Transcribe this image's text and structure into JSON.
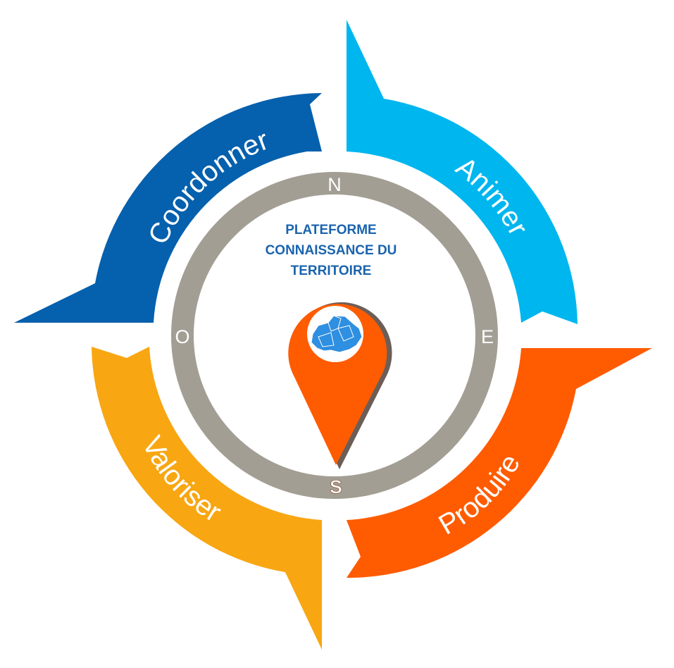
{
  "diagram": {
    "title_lines": [
      "PLATEFORME",
      "CONNAISSANCE DU",
      "TERRITOIRE"
    ],
    "directions": {
      "north": "N",
      "east": "E",
      "south": "S",
      "west": "O"
    },
    "arms": {
      "coordonner": {
        "label": "Coordonner",
        "color": "#0560ad"
      },
      "animer": {
        "label": "Animer",
        "color": "#00b6ef"
      },
      "produire": {
        "label": "Produire",
        "color": "#ff5b00"
      },
      "valoriser": {
        "label": "Valoriser",
        "color": "#f8a612"
      }
    },
    "colors": {
      "ring": "#a39e94",
      "pin": "#ff5b00",
      "map": "#2f8fe0",
      "south_letter": "#f0621b"
    },
    "icons": [
      "map-pin-icon",
      "region-map-icon"
    ]
  }
}
